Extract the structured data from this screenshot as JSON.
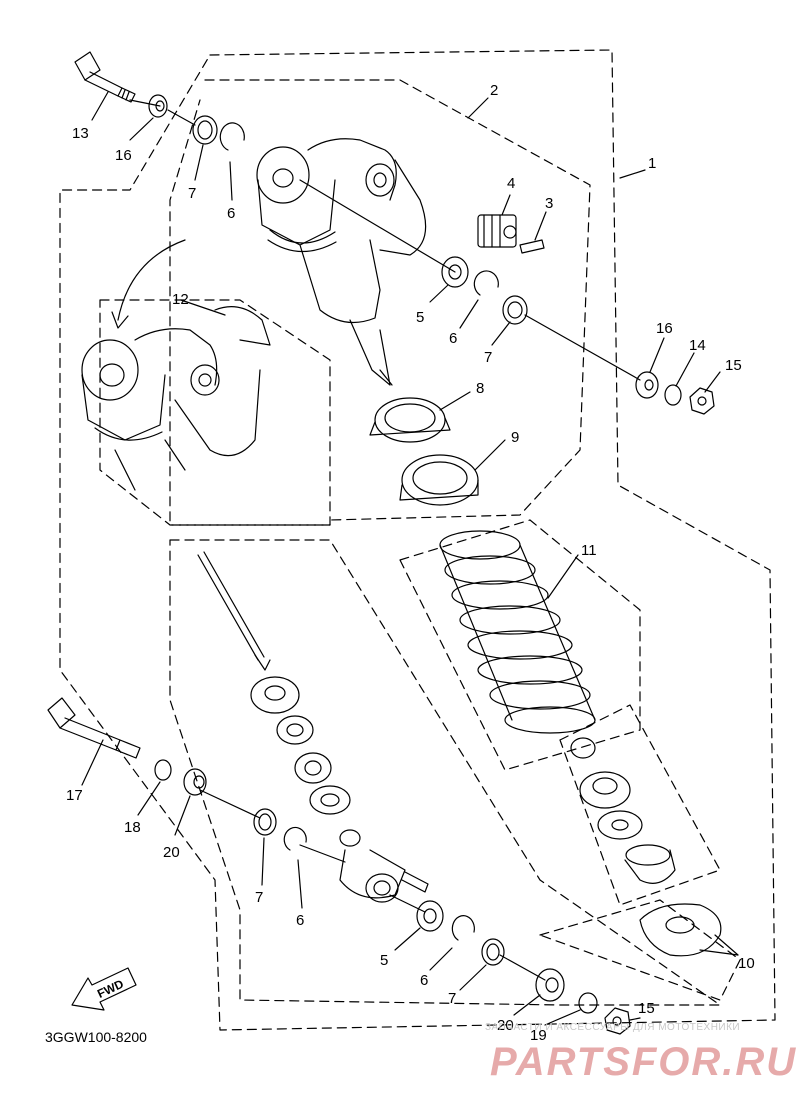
{
  "diagram": {
    "catalog_code": "3GGW100-8200",
    "fwd_label": "FWD",
    "part_numbers": {
      "p1": "1",
      "p2": "2",
      "p3": "3",
      "p4": "4",
      "p5a": "5",
      "p5b": "5",
      "p6a": "6",
      "p6b": "6",
      "p6c": "6",
      "p6d": "6",
      "p7a": "7",
      "p7b": "7",
      "p7c": "7",
      "p7d": "7",
      "p8": "8",
      "p9": "9",
      "p10": "10",
      "p11": "11",
      "p12": "12",
      "p13": "13",
      "p14": "14",
      "p15a": "15",
      "p15b": "15",
      "p16a": "16",
      "p16b": "16",
      "p17": "17",
      "p18": "18",
      "p19": "19",
      "p20a": "20",
      "p20b": "20"
    }
  },
  "watermark": {
    "tagline": "ЗАПЧАСТИ И АКСЕССУАРЫ ДЛЯ МОТОТЕХНИКИ",
    "site": "PARTSFOR.RU"
  }
}
